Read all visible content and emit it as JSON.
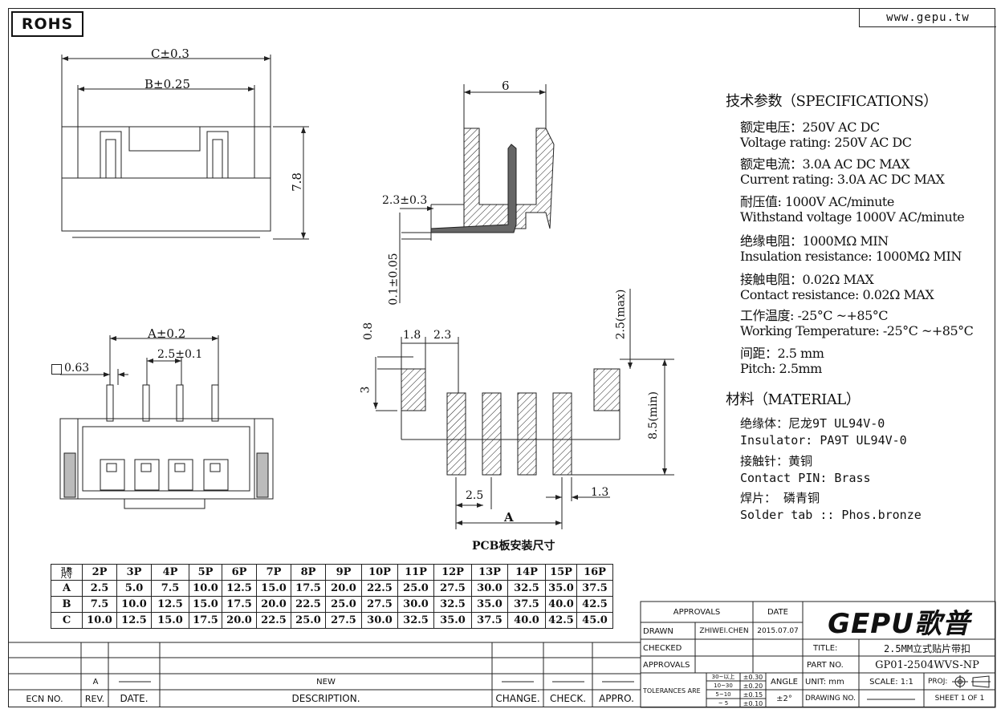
{
  "header": {
    "rohs": "ROHS",
    "website": "www.gepu.tw"
  },
  "dimensions": {
    "c": "C±0.3",
    "b": "B±0.25",
    "height_78": "7.8",
    "width_6": "6",
    "d23": "2.3±0.3",
    "d01": "0.1±0.05",
    "a": "A±0.2",
    "pitch": "2.5±0.1",
    "sq063": "0.63",
    "d08": "0.8",
    "d18": "1.8",
    "d23b": "2.3",
    "d25max": "2.5(max)",
    "d3": "3",
    "d85min": "8.5(min)",
    "d25": "2.5",
    "d13": "1.3",
    "a_label": "A",
    "pcb_caption": "PCB板安装尺寸"
  },
  "specs": {
    "title": "技术参数（SPECIFICATIONS）",
    "lines": [
      "额定电压：250V AC DC",
      "Voltage rating: 250V AC DC",
      "额定电流：3.0A AC DC  MAX",
      "Current rating: 3.0A  AC DC  MAX",
      "耐压值: 1000V AC/minute",
      "Withstand voltage 1000V AC/minute",
      "绝缘电阻：1000MΩ  MIN",
      "Insulation resistance: 1000MΩ  MIN",
      "接触电阻：0.02Ω  MAX",
      "Contact resistance:   0.02Ω  MAX",
      "工作温度: -25°C ~+85°C",
      "Working Temperature: -25°C ~+85°C",
      "间距：2.5 mm",
      "Pitch: 2.5mm"
    ],
    "material_title": "材料（MATERIAL）",
    "material_lines": [
      "绝缘体：尼龙9T  UL94V-0",
      "Insulator:  PA9T  UL94V-0",
      "接触针：黄铜",
      "Contact PIN: Brass",
      "焊片：    磷青铜",
      "Solder tab :: Phos.bronze"
    ]
  },
  "pin_table": {
    "corner_top": "孔数",
    "corner_bottom": "尺寸",
    "headers": [
      "2P",
      "3P",
      "4P",
      "5P",
      "6P",
      "7P",
      "8P",
      "9P",
      "10P",
      "11P",
      "12P",
      "13P",
      "14P",
      "15P",
      "16P"
    ],
    "rows": [
      {
        "label": "A",
        "values": [
          "2.5",
          "5.0",
          "7.5",
          "10.0",
          "12.5",
          "15.0",
          "17.5",
          "20.0",
          "22.5",
          "25.0",
          "27.5",
          "30.0",
          "32.5",
          "35.0",
          "37.5"
        ]
      },
      {
        "label": "B",
        "values": [
          "7.5",
          "10.0",
          "12.5",
          "15.0",
          "17.5",
          "20.0",
          "22.5",
          "25.0",
          "27.5",
          "30.0",
          "32.5",
          "35.0",
          "37.5",
          "40.0",
          "42.5"
        ]
      },
      {
        "label": "C",
        "values": [
          "10.0",
          "12.5",
          "15.0",
          "17.5",
          "20.0",
          "22.5",
          "25.0",
          "27.5",
          "30.0",
          "32.5",
          "35.0",
          "37.5",
          "40.0",
          "42.5",
          "45.0"
        ]
      }
    ]
  },
  "title_block": {
    "approvals": "APPROVALS",
    "date": "DATE",
    "drawn": "DRAWN",
    "drawn_by": "ZHIWEI.CHEN",
    "drawn_date": "2015.07.07",
    "checked": "CHECKED",
    "approvals2": "APPROVALS",
    "tolerances": "TOLERANCES ARE",
    "tol_ranges": [
      "30~以上",
      "10~30",
      "5~10",
      "~ 5"
    ],
    "tol_values": [
      "±0.30",
      "±0.20",
      "±0.15",
      "±0.10"
    ],
    "angle": "ANGLE",
    "angle_value": "±2°",
    "logo": "GEPU歌普",
    "title_label": "TITLE:",
    "title_value": "2.5MM立式贴片带扣",
    "part_label": "PART NO.",
    "part_value": "GP01-2504WVS-NP",
    "unit": "UNIT: mm",
    "scale": "SCALE:   1:1",
    "proj": "PROJ:",
    "drawing_no": "DRAWING NO.",
    "sheet": "SHEET  1 OF 1"
  },
  "revision_block": {
    "rev": "A",
    "new": "NEW",
    "headers": [
      "ECN NO.",
      "REV.",
      "DATE.",
      "DESCRIPTION.",
      "CHANGE.",
      "CHECK.",
      "APPRO."
    ]
  }
}
